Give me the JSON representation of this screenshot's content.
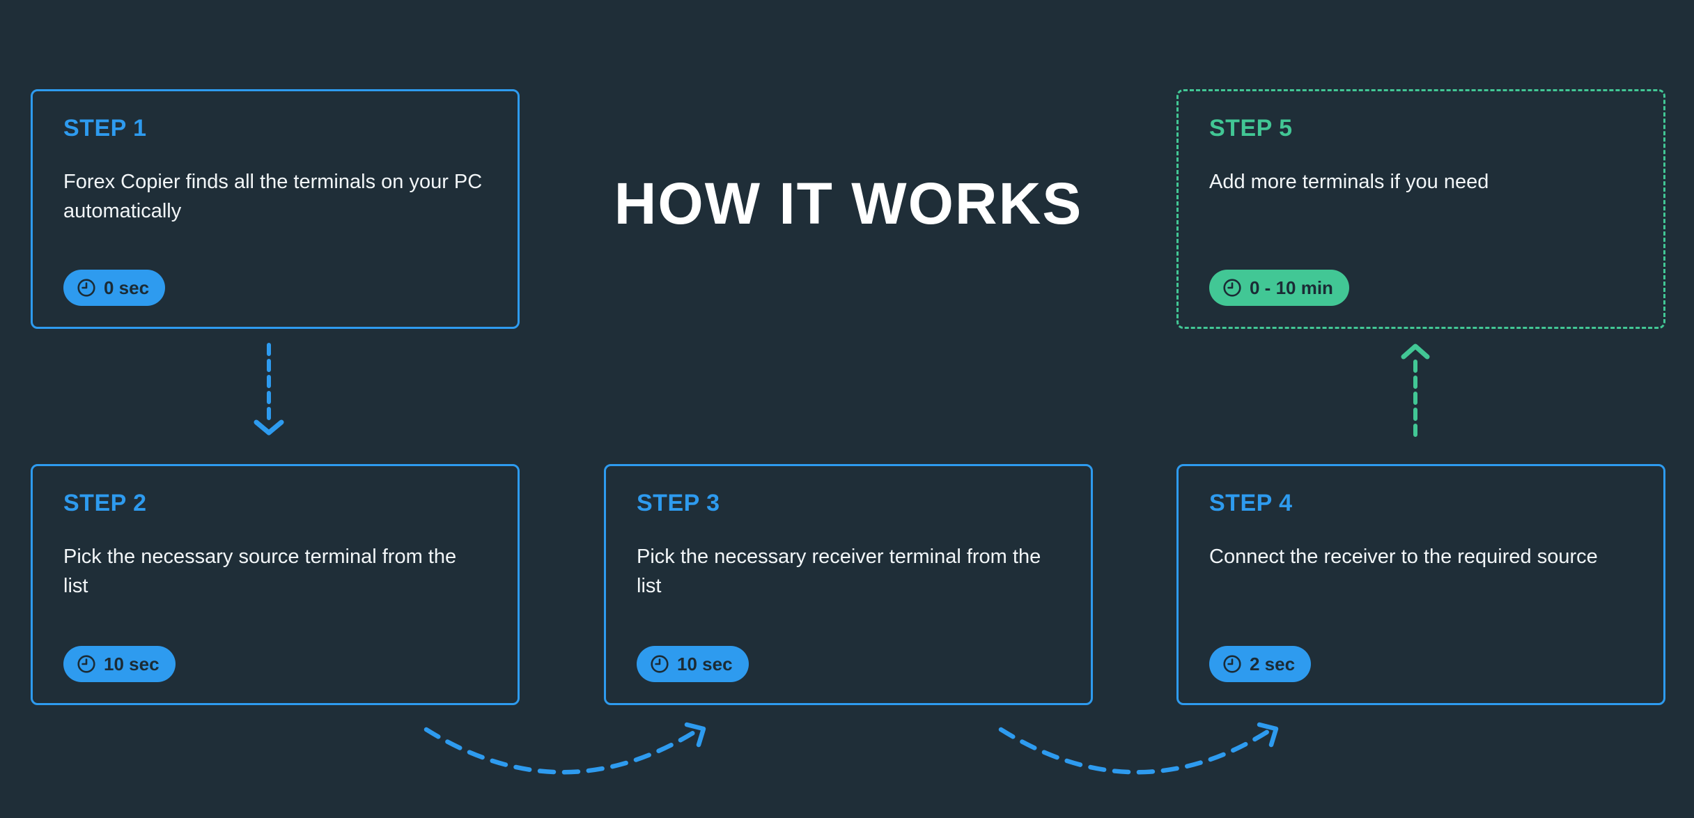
{
  "page": {
    "title": "HOW IT WORKS"
  },
  "theme": {
    "background": "#1f2e38",
    "accent_blue": "#2e9bef",
    "accent_green": "#42c795",
    "badge_text": "#1b2b35",
    "body_text": "#f2f6f8"
  },
  "icons": {
    "clock": "🕓",
    "arrow_down": "↓",
    "arrow_up": "↑",
    "arrow_curved_right": "↷"
  },
  "steps": [
    {
      "label": "STEP 1",
      "description": "Forex Copier finds all the terminals on your PC automatically",
      "duration": "0 sec",
      "style": "blue"
    },
    {
      "label": "STEP 2",
      "description": "Pick the necessary source terminal from the list",
      "duration": "10 sec",
      "style": "blue"
    },
    {
      "label": "STEP 3",
      "description": "Pick the necessary receiver terminal from the list",
      "duration": "10 sec",
      "style": "blue"
    },
    {
      "label": "STEP 4",
      "description": "Connect the receiver to the required source",
      "duration": "2 sec",
      "style": "blue"
    },
    {
      "label": "STEP 5",
      "description": "Add more terminals if you need",
      "duration": "0 - 10 min",
      "style": "green"
    }
  ]
}
